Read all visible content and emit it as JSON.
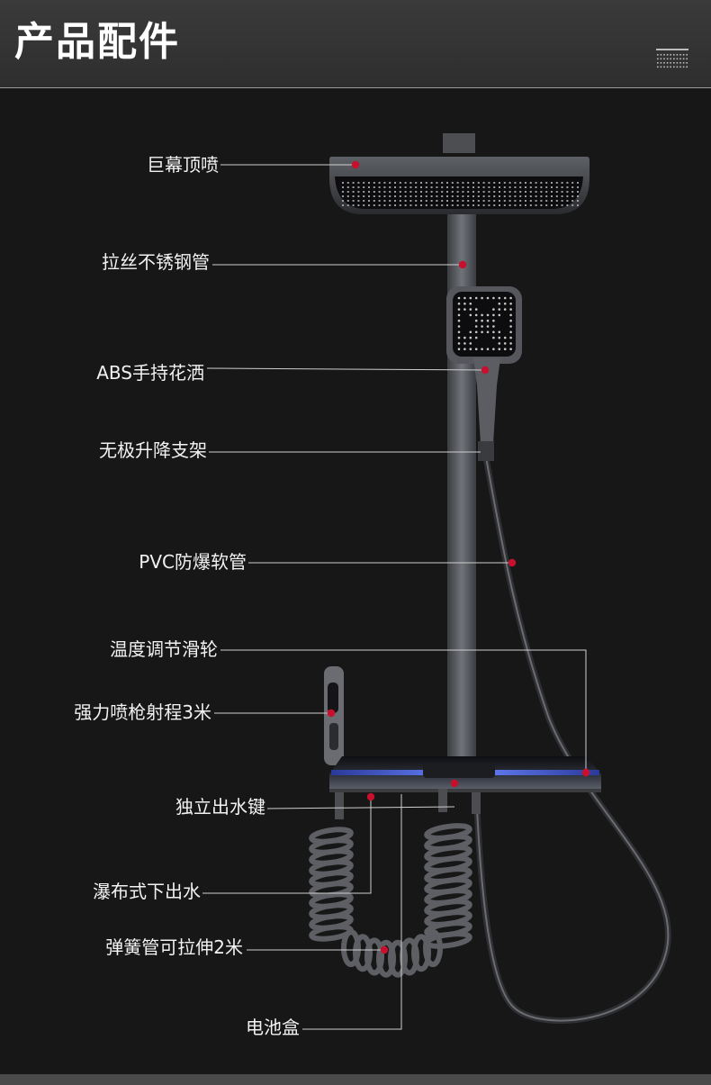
{
  "header": {
    "title": "产品配件",
    "icon": "shower-head-icon"
  },
  "callouts": [
    {
      "id": "rain-shower-head",
      "label": "巨幕顶喷"
    },
    {
      "id": "steel-pipe",
      "label": "拉丝不锈钢管"
    },
    {
      "id": "hand-shower",
      "label": "ABS手持花洒"
    },
    {
      "id": "lift-bracket",
      "label": "无极升降支架"
    },
    {
      "id": "pvc-hose",
      "label": "PVC防爆软管"
    },
    {
      "id": "temp-knob",
      "label": "温度调节滑轮"
    },
    {
      "id": "spray-gun",
      "label": "强力喷枪射程3米"
    },
    {
      "id": "water-keys",
      "label": "独立出水键"
    },
    {
      "id": "waterfall-outlet",
      "label": "瀑布式下出水"
    },
    {
      "id": "spring-hose",
      "label": "弹簧管可拉伸2米"
    },
    {
      "id": "battery-box",
      "label": "电池盒"
    }
  ],
  "colors": {
    "background": "#171717",
    "header": "#333333",
    "metal": "#5a5c60",
    "dot": "#c8102e",
    "leader": "#cfcfcf",
    "panel_glow": "#4a6ad8"
  }
}
